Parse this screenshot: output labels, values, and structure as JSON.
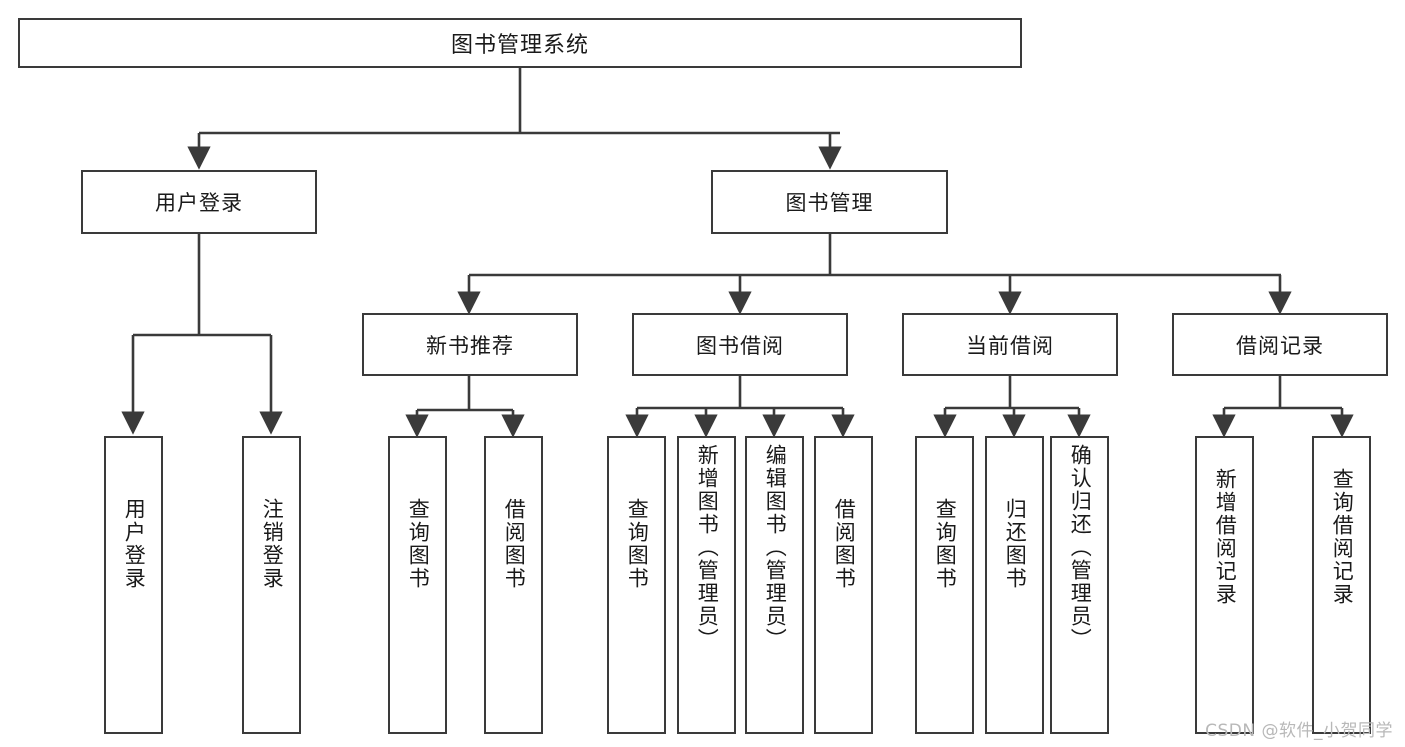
{
  "diagram": {
    "title": "图书管理系统",
    "type": "tree-hierarchy-chart",
    "root": {
      "id": "root",
      "label": "图书管理系统"
    },
    "level2": [
      {
        "id": "user-login",
        "label": "用户登录"
      },
      {
        "id": "book-management",
        "label": "图书管理"
      }
    ],
    "level3": [
      {
        "id": "new-book-recommend",
        "label": "新书推荐",
        "parent": "book-management"
      },
      {
        "id": "book-borrow",
        "label": "图书借阅",
        "parent": "book-management"
      },
      {
        "id": "current-borrow",
        "label": "当前借阅",
        "parent": "book-management"
      },
      {
        "id": "borrow-record",
        "label": "借阅记录",
        "parent": "book-management"
      }
    ],
    "leaves": {
      "user_login": [
        {
          "id": "leaf-user-login",
          "label": "用户登录"
        },
        {
          "id": "leaf-logout-login",
          "label": "注销登录"
        }
      ],
      "new_book_recommend": [
        {
          "id": "leaf-query-book-1",
          "label": "查询图书"
        },
        {
          "id": "leaf-borrow-book-1",
          "label": "借阅图书"
        }
      ],
      "book_borrow": [
        {
          "id": "leaf-query-book-2",
          "label": "查询图书"
        },
        {
          "id": "leaf-add-book",
          "label": "新增图书（管理员）"
        },
        {
          "id": "leaf-edit-book",
          "label": "编辑图书（管理员）"
        },
        {
          "id": "leaf-borrow-book-2",
          "label": "借阅图书"
        }
      ],
      "current_borrow": [
        {
          "id": "leaf-query-book-3",
          "label": "查询图书"
        },
        {
          "id": "leaf-return-book",
          "label": "归还图书"
        },
        {
          "id": "leaf-confirm-return",
          "label": "确认归还（管理员）"
        }
      ],
      "borrow_record": [
        {
          "id": "leaf-add-record",
          "label": "新增借阅记录"
        },
        {
          "id": "leaf-query-record",
          "label": "查询借阅记录"
        }
      ]
    }
  },
  "watermark": {
    "text": "CSDN @软件_小贺同学"
  },
  "colors": {
    "stroke": "#3a3a3a",
    "background": "#ffffff",
    "text": "#1a1a1a",
    "watermark": "#b8b8b8"
  }
}
